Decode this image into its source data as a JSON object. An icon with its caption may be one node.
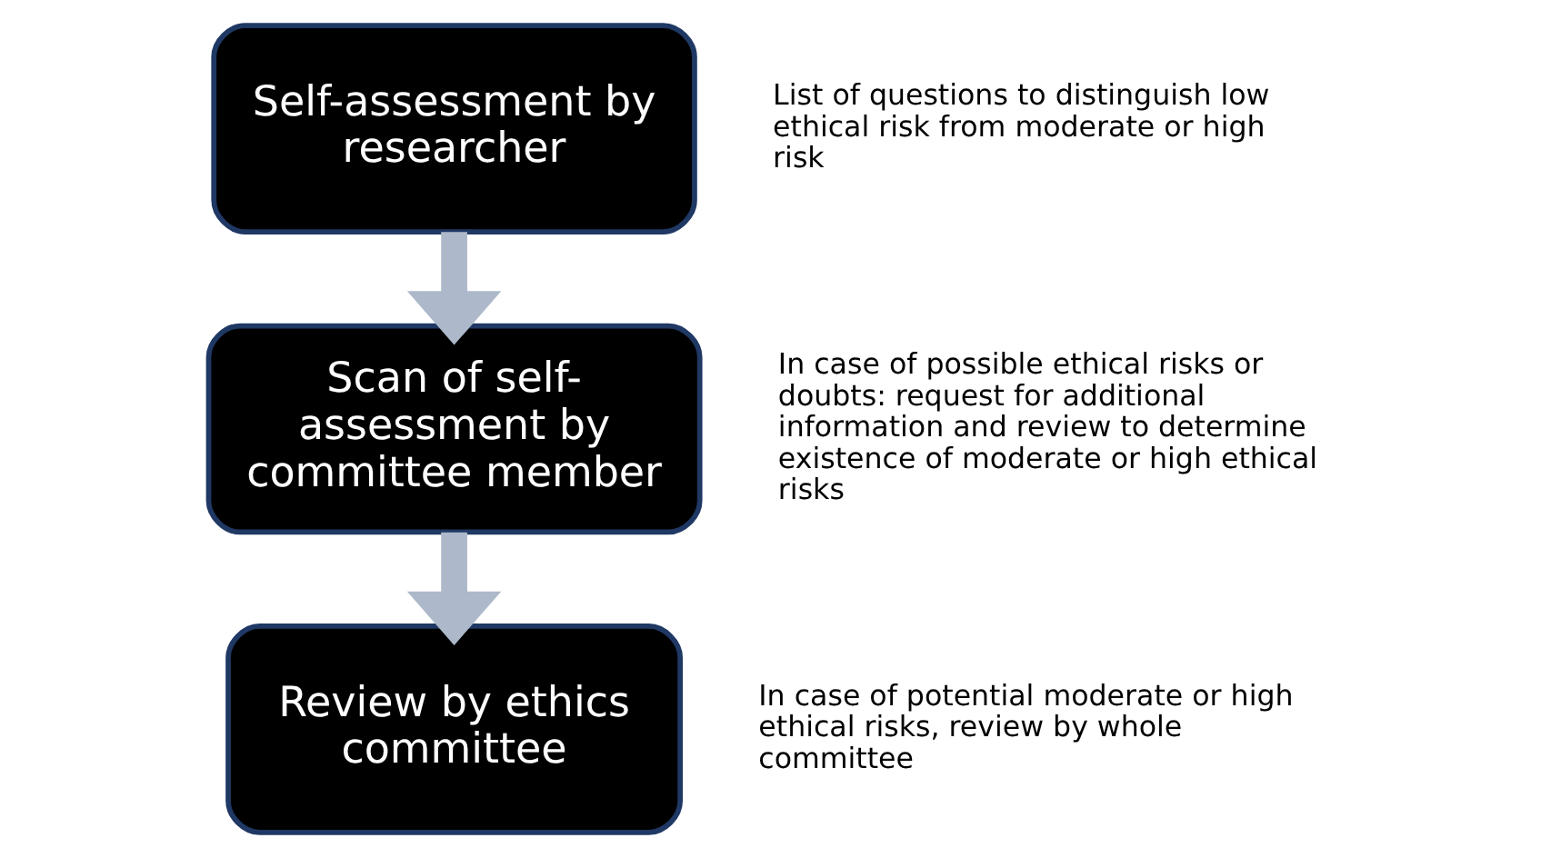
{
  "diagram": {
    "nodes": [
      {
        "text": [
          "Self-assessment by researcher"
        ],
        "beside": [
          "List of questions to distinguish low ethical risk from moderate or high risk"
        ]
      },
      {
        "text": [
          "Scan of self-assessment by committee member"
        ],
        "beside": [
          "In case of possible ethical risks or doubts: request for additional information and review to determine existence of moderate or high ethical risks"
        ]
      },
      {
        "text": [
          "Review by ethics committee"
        ],
        "beside": [
          "In case of potential moderate or high ethical risks, review by whole committee"
        ]
      }
    ],
    "edges": [
      {
        "from": 0,
        "to": 1,
        "arrow": "to"
      },
      {
        "from": 1,
        "to": 2,
        "arrow": "to"
      }
    ]
  }
}
